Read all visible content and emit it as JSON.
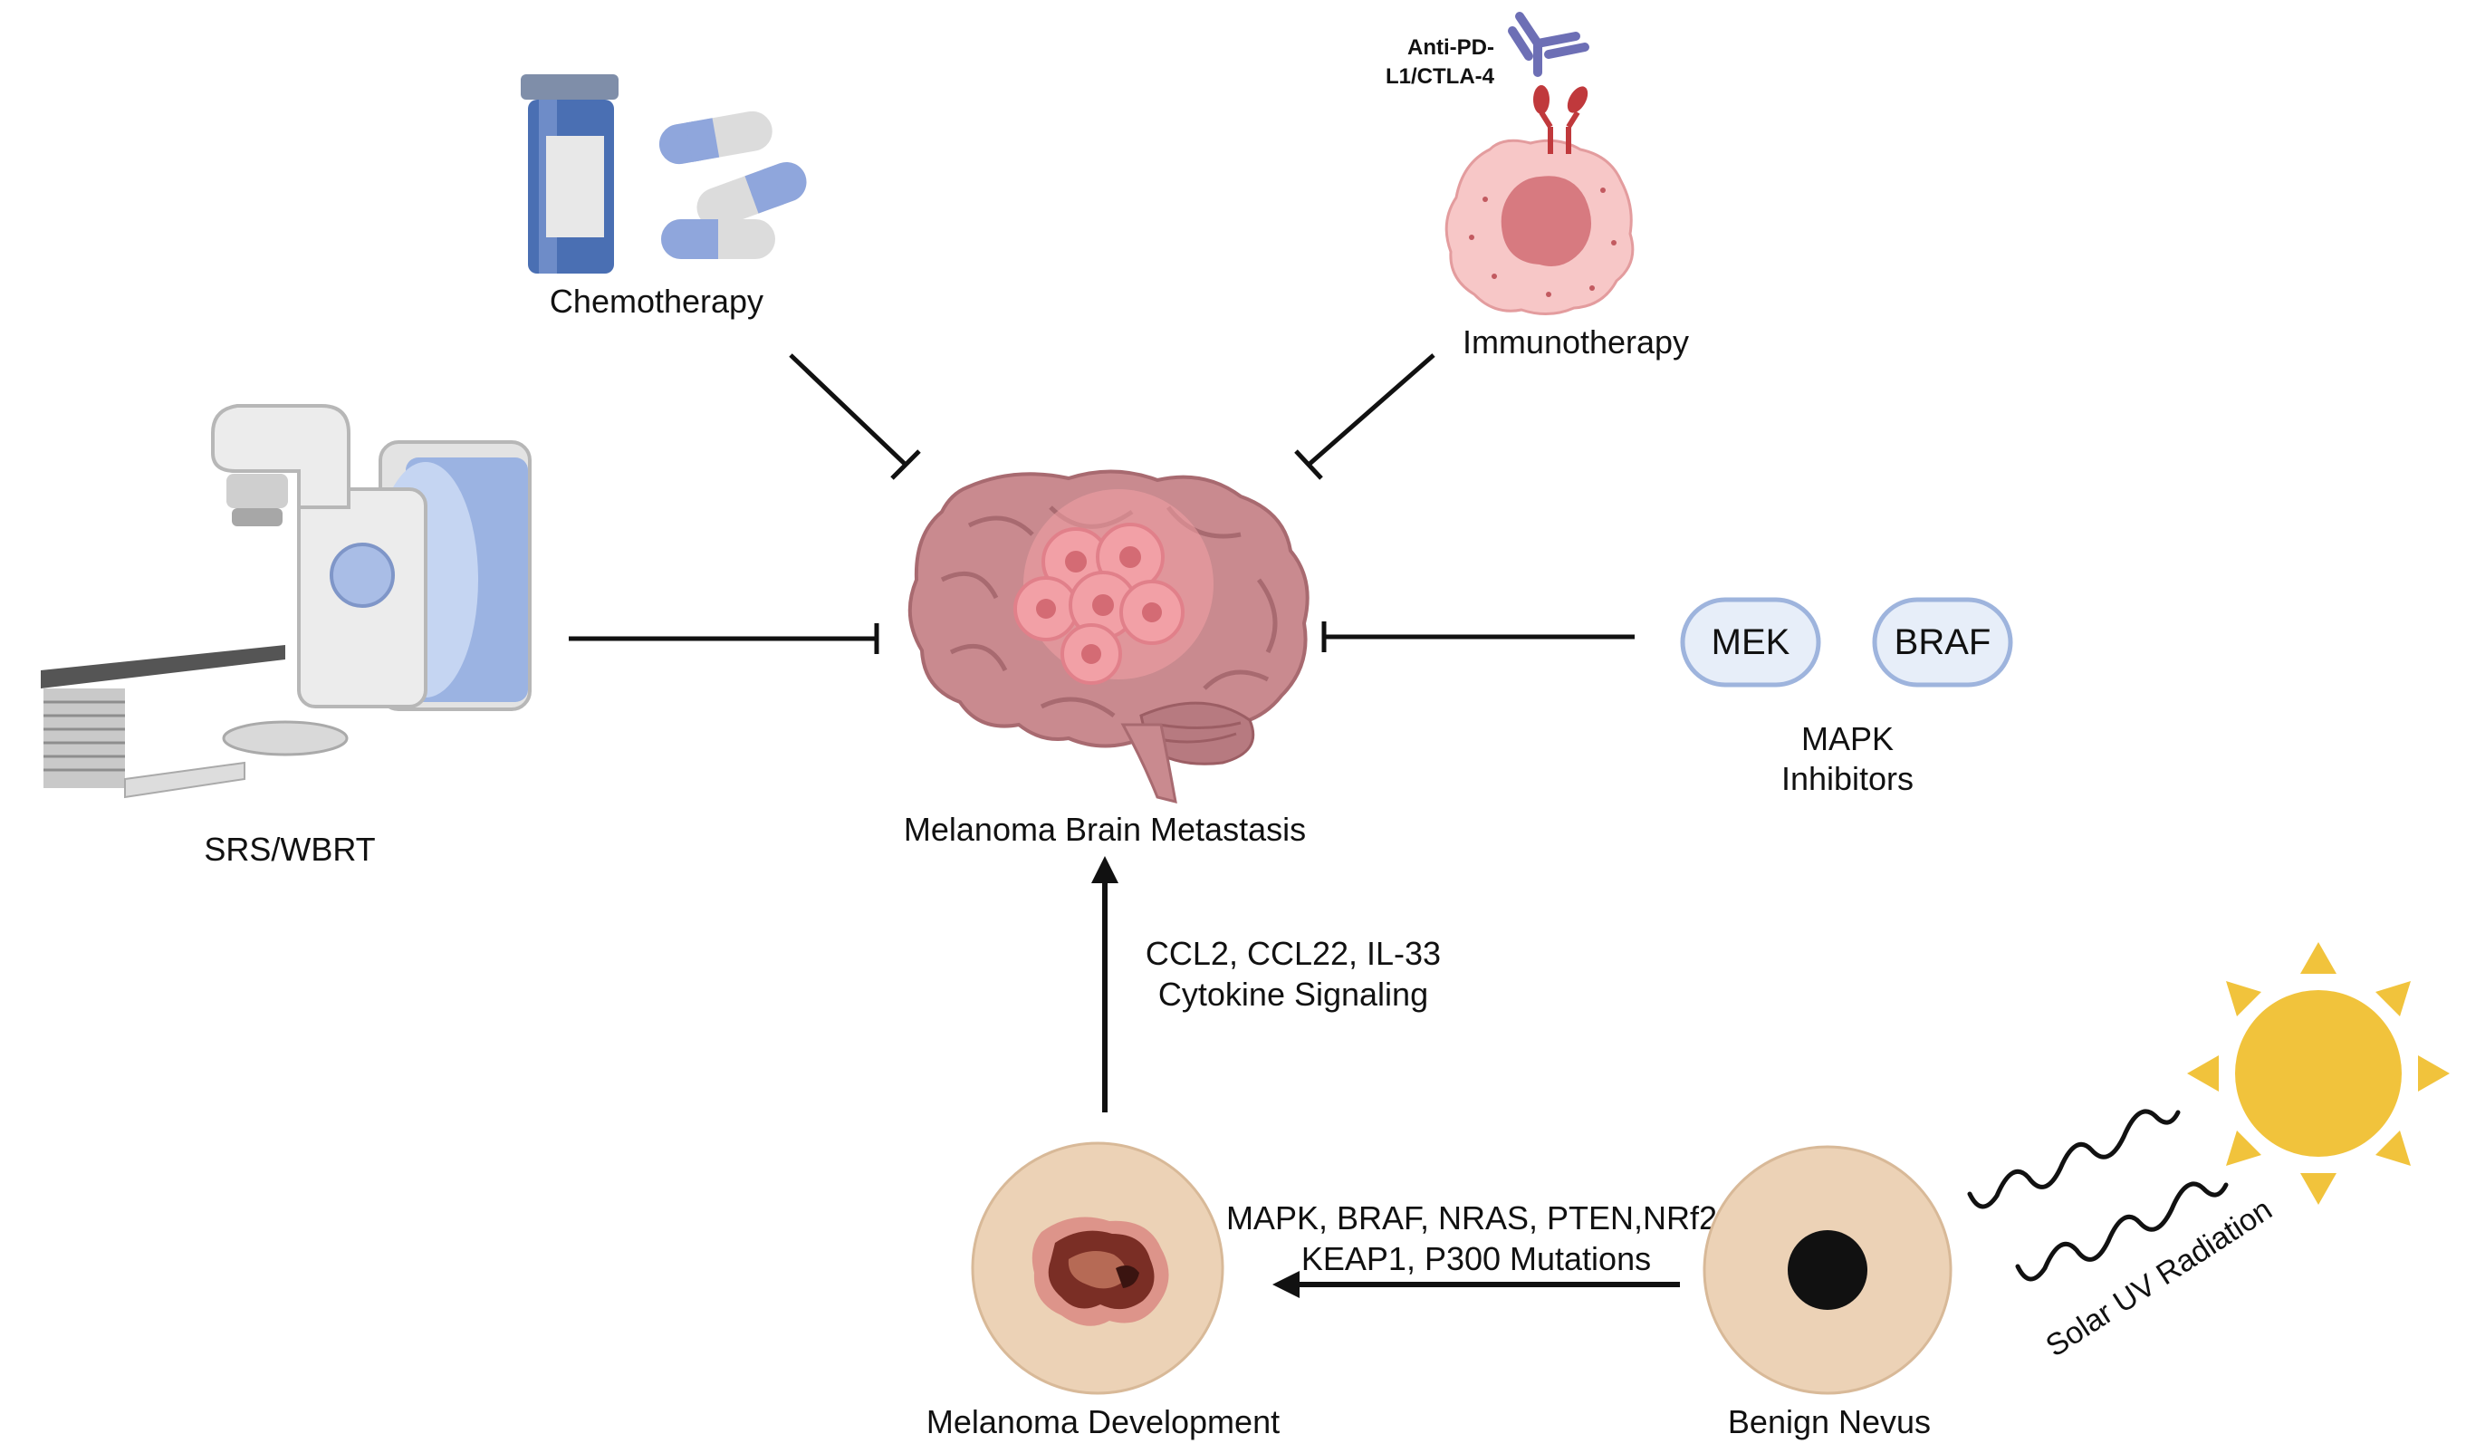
{
  "labels": {
    "chemotherapy": "Chemotherapy",
    "immunotherapy": "Immunotherapy",
    "antibody_line1": "Anti-PD-",
    "antibody_line2": "L1/CTLA-4",
    "srs_wbrt": "SRS/WBRT",
    "brain": "Melanoma Brain Metastasis",
    "mek": "MEK",
    "braf": "BRAF",
    "mapk_line1": "MAPK",
    "mapk_line2": "Inhibitors",
    "cytokine_line1": "CCL2, CCL22, IL-33",
    "cytokine_line2": "Cytokine Signaling",
    "mutations_line1": "MAPK, BRAF, NRAS, PTEN,NRf2,",
    "mutations_line2": "KEAP1, P300 Mutations",
    "melanoma_dev": "Melanoma Development",
    "benign_nevus": "Benign Nevus",
    "uv": "Solar UV Radiation"
  },
  "colors": {
    "pill_blue": "#8fa6dc",
    "bottle_blue": "#4a6fb3",
    "brain_pink": "#c98a8f",
    "tumor_pink": "#f2a0a6",
    "skin": "#ecd2b6",
    "sun": "#f1c33c",
    "antibody": "#6d6fb5",
    "receptor": "#c0393c",
    "cell": "#f7c7c7",
    "nucleus": "#d77a80",
    "inhibitor_fill": "#e7eef9",
    "inhibitor_stroke": "#9eb4dd"
  }
}
